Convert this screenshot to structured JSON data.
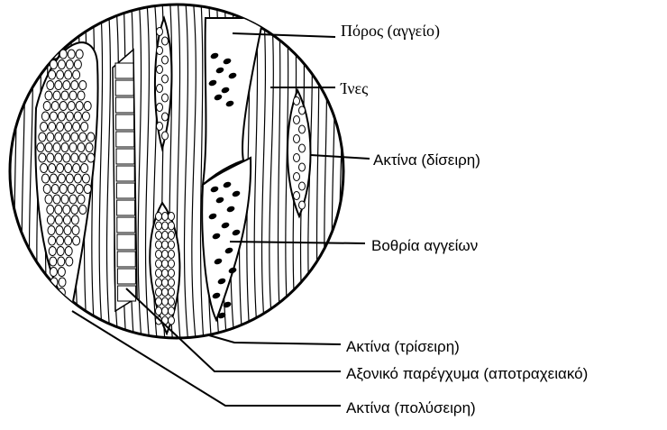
{
  "labels": {
    "poros": "Πόρος (αγγείο)",
    "ines": "Ίνες",
    "aktina_diseiri": "Ακτίνα (δίσειρη)",
    "vothria": "Βοθρία αγγείων",
    "aktina_triseiri": "Ακτίνα (τρίσειρη)",
    "axoniko": "Αξονικό παρέγχυμα (αποτραχειακό)",
    "aktina_polyseiri": "Ακτίνα (πολύσειρη)"
  },
  "colors": {
    "ink": "#000000",
    "paper": "#ffffff"
  }
}
